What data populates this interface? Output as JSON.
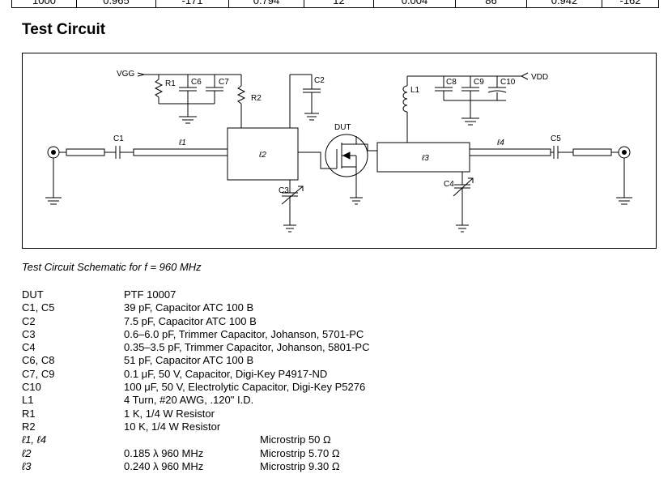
{
  "top_table": {
    "cells": [
      "1000",
      "0.965",
      "-171",
      "0.794",
      "12",
      "0.004",
      "86",
      "0.942",
      "-162"
    ]
  },
  "heading": "Test Circuit",
  "schematic": {
    "labels": {
      "vgg": "VGG",
      "vdd": "VDD",
      "r1": "R1",
      "r2": "R2",
      "c1": "C1",
      "c2": "C2",
      "c3": "C3",
      "c4": "C4",
      "c5": "C5",
      "c6": "C6",
      "c7": "C7",
      "c8": "C8",
      "c9": "C9",
      "c10": "C10",
      "l1": "L1",
      "dut": "DUT",
      "ell1": "ℓ1",
      "ell2": "ℓ2",
      "ell3": "ℓ3",
      "ell4": "ℓ4"
    }
  },
  "caption": "Test Circuit Schematic for f = 960 MHz",
  "parts": [
    {
      "ref": "DUT",
      "desc": "PTF 10007",
      "extra": ""
    },
    {
      "ref": "C1, C5",
      "desc": "39 pF, Capacitor ATC 100 B",
      "extra": ""
    },
    {
      "ref": "C2",
      "desc": "7.5 pF, Capacitor ATC 100 B",
      "extra": ""
    },
    {
      "ref": "C3",
      "desc": "0.6–6.0 pF, Trimmer Capacitor, Johanson, 5701-PC",
      "extra": ""
    },
    {
      "ref": "C4",
      "desc": "0.35–3.5 pF, Trimmer Capacitor, Johanson, 5801-PC",
      "extra": ""
    },
    {
      "ref": "C6, C8",
      "desc": "51 pF, Capacitor ATC 100 B",
      "extra": ""
    },
    {
      "ref": "C7, C9",
      "desc": "0.1 μF, 50 V, Capacitor, Digi-Key P4917-ND",
      "extra": ""
    },
    {
      "ref": "C10",
      "desc": "100 μF, 50 V, Electrolytic Capacitor, Digi-Key P5276",
      "extra": ""
    },
    {
      "ref": "L1",
      "desc": "4 Turn, #20 AWG, .120\" I.D.",
      "extra": ""
    },
    {
      "ref": "R1",
      "desc": "1 K, 1/4 W Resistor",
      "extra": ""
    },
    {
      "ref": "R2",
      "desc": "10 K, 1/4 W Resistor",
      "extra": ""
    },
    {
      "ref": "ℓ1, ℓ4",
      "desc": "",
      "extra": "Microstrip 50 Ω"
    },
    {
      "ref": "ℓ2",
      "desc": "0.185 λ 960 MHz",
      "extra": "Microstrip 5.70 Ω"
    },
    {
      "ref": "ℓ3",
      "desc": "0.240 λ 960 MHz",
      "extra": "Microstrip 9.30 Ω"
    }
  ]
}
